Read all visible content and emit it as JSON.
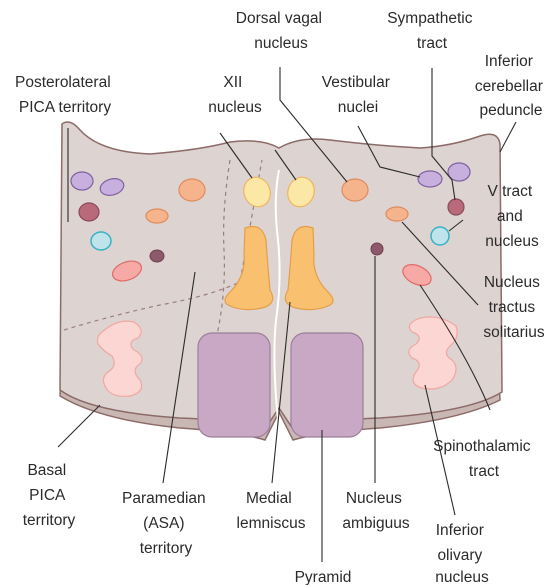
{
  "labels": {
    "dorsal_vagal": [
      "Dorsal vagal",
      "nucleus"
    ],
    "sympathetic": [
      "Sympathetic",
      "tract"
    ],
    "inf_cereb": [
      "Inferior",
      "cerebellar",
      "peduncle"
    ],
    "posterolateral": [
      "Posterolateral",
      "PICA territory"
    ],
    "xii": [
      "XII",
      "nucleus"
    ],
    "vestibular": [
      "Vestibular",
      "nuclei"
    ],
    "v_tract": [
      "V tract",
      "and",
      "nucleus"
    ],
    "nts": [
      "Nucleus",
      "tractus",
      "solitarius"
    ],
    "spinothalamic": [
      "Spinothalamic",
      "tract"
    ],
    "basal_pica": [
      "Basal",
      "PICA",
      "territory"
    ],
    "paramedian": [
      "Paramedian",
      "(ASA)",
      "territory"
    ],
    "medial_lemniscus": [
      "Medial",
      "lemniscus"
    ],
    "ambiguus": [
      "Nucleus",
      "ambiguus"
    ],
    "inf_olivary": [
      "Inferior",
      "olivary",
      "nucleus"
    ],
    "pyramid": [
      "Pyramid"
    ]
  },
  "colors": {
    "tissue": "#ddd3d1",
    "tissue_shadow": "#c9b7b4",
    "outline": "#8c6b68",
    "xii_nucleus": "#fbe7a6",
    "dorsal_vagal": "#f6b48c",
    "medial_lemniscus": "#f9c070",
    "pyramid": "#c9a8c6",
    "vestibular": "#c7b0dd",
    "sympathetic": "#b8697a",
    "v_tract": "#bfe3ea",
    "spinothalamic": "#f7a9a6",
    "olive": "#fbd6d3",
    "ambiguus": "#8c5a6a"
  }
}
